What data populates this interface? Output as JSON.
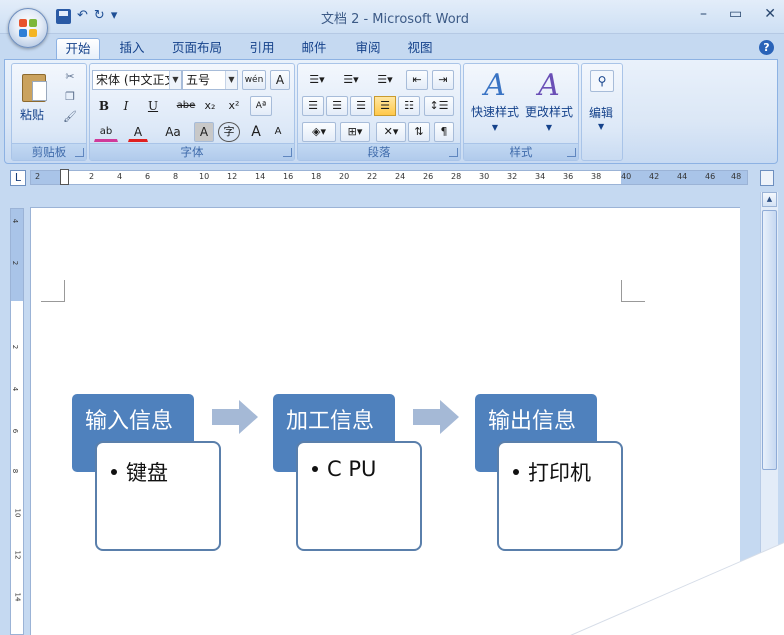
{
  "window": {
    "title": "文档 2 - Microsoft Word",
    "minimize": "–",
    "maximize": "▭",
    "close": "✕"
  },
  "qat": {
    "undo": "↶",
    "redo": "↻",
    "customize": "▾"
  },
  "tabs": [
    {
      "label": "开始",
      "active": true
    },
    {
      "label": "插入"
    },
    {
      "label": "页面布局"
    },
    {
      "label": "引用"
    },
    {
      "label": "邮件"
    },
    {
      "label": "审阅"
    },
    {
      "label": "视图"
    }
  ],
  "help": "?",
  "ribbon": {
    "clipboard": {
      "paste": "粘贴",
      "group_label": "剪贴板"
    },
    "font": {
      "font_name": "宋体 (中文正文)",
      "font_size": "五号",
      "phonetic": "wén",
      "border_char": "A",
      "bold": "B",
      "italic": "I",
      "underline": "U",
      "strike": "abe",
      "subscript": "x₂",
      "superscript": "x²",
      "clear_format": "Aª",
      "highlight": "ab",
      "font_color": "A",
      "change_case": "Aa",
      "char_shading": "A",
      "enclose": "字",
      "grow": "A",
      "shrink": "A",
      "group_label": "字体"
    },
    "paragraph": {
      "group_label": "段落"
    },
    "styles": {
      "quick_styles": "快速样式",
      "change_styles": "更改样式",
      "group_label": "样式"
    },
    "editing": {
      "label": "编辑"
    }
  },
  "ruler": {
    "corner": "L",
    "ticks": [
      "2",
      "2",
      "4",
      "6",
      "8",
      "10",
      "12",
      "14",
      "16",
      "18",
      "20",
      "22",
      "24",
      "26",
      "28",
      "30",
      "32",
      "34",
      "36",
      "38",
      "40",
      "42",
      "44",
      "46",
      "48"
    ],
    "vticks": [
      "4",
      "2",
      "2",
      "4",
      "6",
      "8",
      "10",
      "12",
      "14"
    ]
  },
  "smartart": {
    "steps": [
      {
        "title": "输入信息",
        "item": "键盘"
      },
      {
        "title": "加工信息",
        "item": "C PU"
      },
      {
        "title": "输出信息",
        "item": "打印机"
      }
    ],
    "header_color": "#4f81bd",
    "arrow_color": "#a5b9d6",
    "card_border": "#5a7fab"
  }
}
